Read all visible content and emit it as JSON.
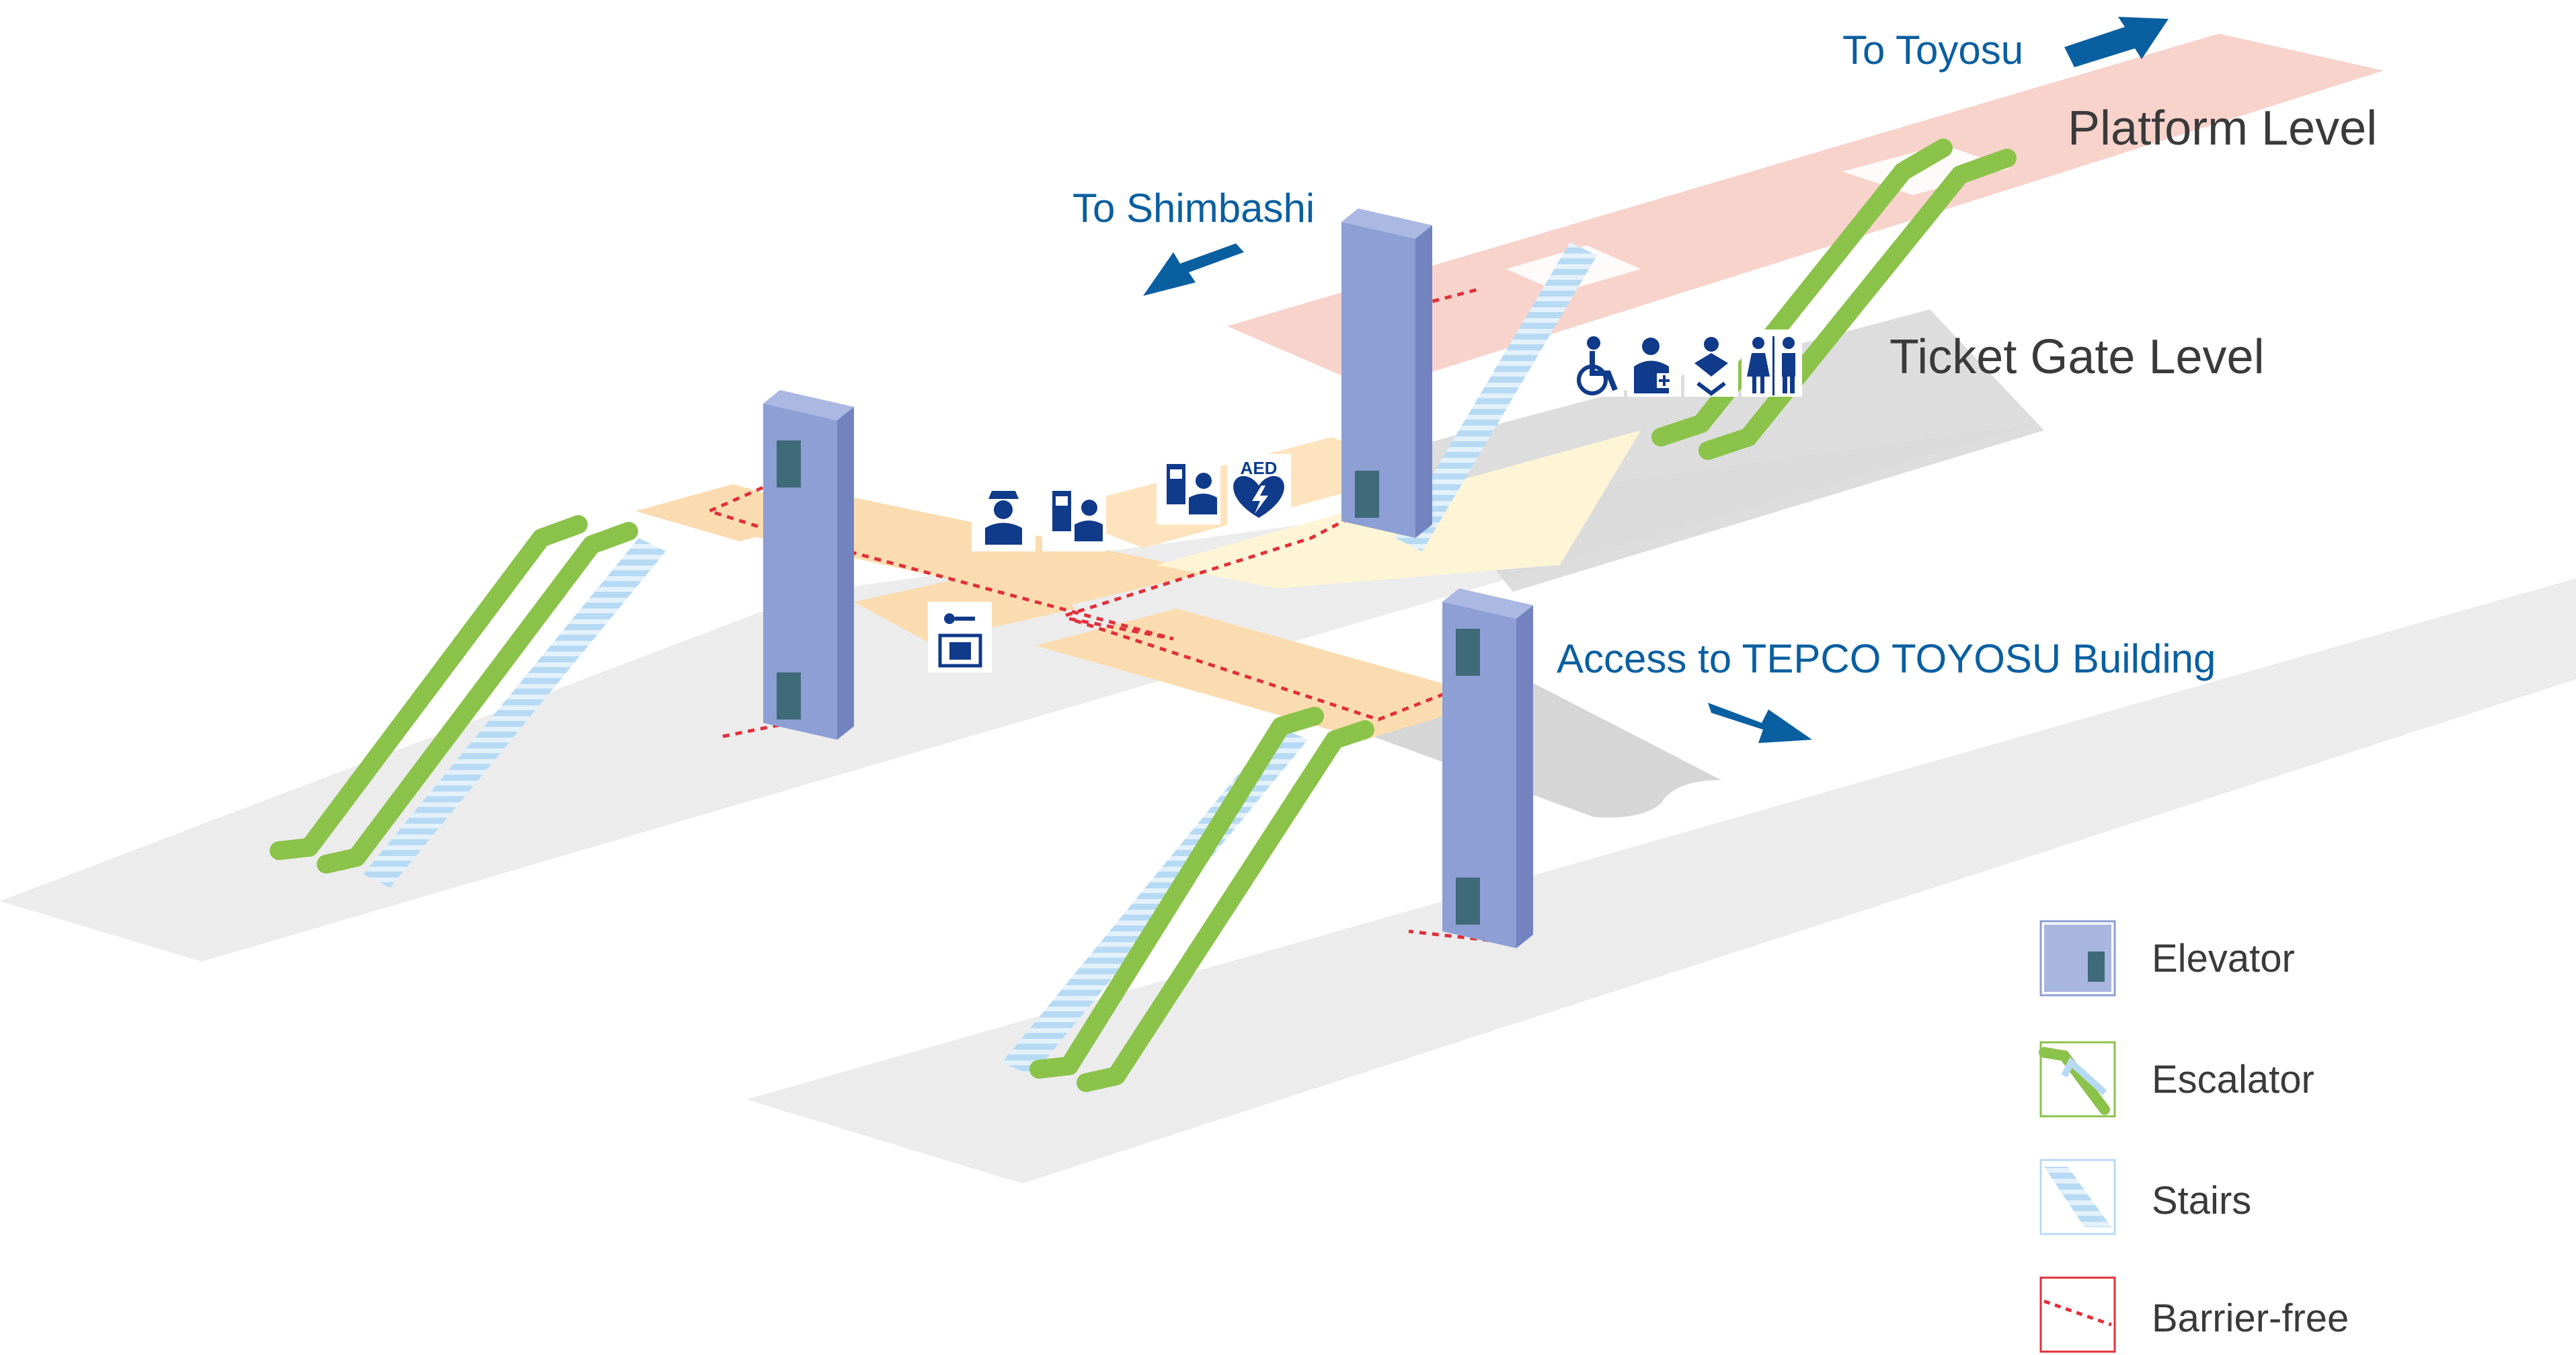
{
  "labels": {
    "to_toyosu": "To Toyosu",
    "to_shimbashi": "To Shimbashi",
    "access_tepco": "Access to TEPCO TOYOSU Building",
    "platform_level": "Platform Level",
    "ticket_gate_level": "Ticket Gate Level",
    "aed": "AED"
  },
  "legend": {
    "elevator": "Elevator",
    "escalator": "Escalator",
    "stairs": "Stairs",
    "barrier_free": "Barrier-free"
  },
  "icons": [
    "wheelchair-icon",
    "multipurpose-toilet-icon",
    "baby-changing-icon",
    "restroom-icon",
    "station-staff-icon",
    "ticket-machine-icon",
    "fare-adjustment-machine-icon",
    "aed-icon",
    "coin-locker-icon"
  ],
  "colors": {
    "elevator": "#8d9fd4",
    "escalator": "#8bc34a",
    "stairs": "#cfe6f7",
    "barrier_free": "#e0303a",
    "platform": "#f7d3cc",
    "concourse": "#fbdcb0",
    "direction": "#0a5fa0",
    "icon": "#103a8a"
  }
}
